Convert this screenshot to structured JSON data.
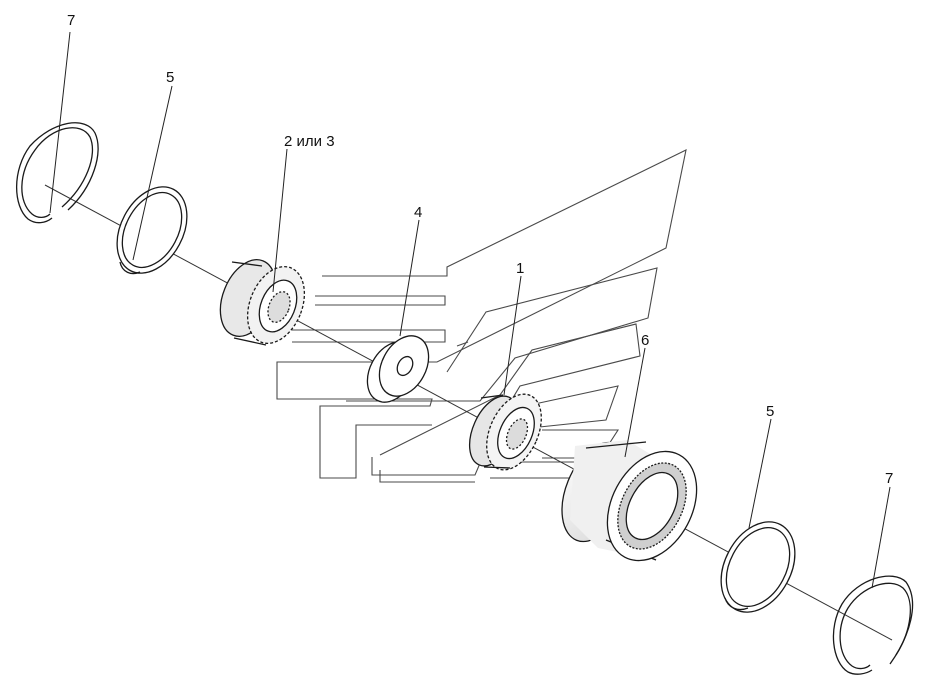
{
  "diagram": {
    "callouts": {
      "circlip_left": "7",
      "washer_left": "5",
      "gear_spline": "2 или 3",
      "spacer_ring": "4",
      "gear_center": "1",
      "needle_bearing": "6",
      "washer_right": "5",
      "circlip_right": "7"
    },
    "colors": {
      "line": "#1a1a1a",
      "watermark": "#4a4a4a",
      "background": "#ffffff"
    },
    "icons": [
      "circlip",
      "flat-washer",
      "spline-gear",
      "spacer-ring",
      "needle-roller-bearing"
    ]
  }
}
